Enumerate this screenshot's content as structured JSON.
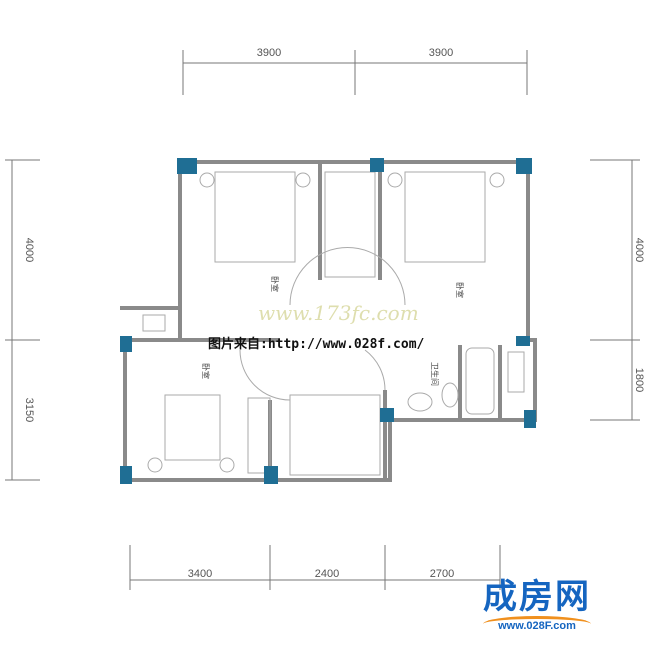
{
  "dimensions": {
    "top": [
      "3900",
      "3900"
    ],
    "left": [
      "4000",
      "3150"
    ],
    "right": [
      "4000",
      "1800"
    ],
    "bottom": [
      "3400",
      "2400",
      "2700"
    ]
  },
  "rooms": {
    "bedroom_top_left": "卧室",
    "bedroom_top_right": "卧室",
    "bedroom_left": "卧室",
    "bathroom": "卫生间"
  },
  "watermarks": {
    "site": "www.173fc.com",
    "source": "图片来自:http://www.028f.com/"
  },
  "logo": {
    "name": "成房网",
    "url": "www.028F.com"
  },
  "colors": {
    "column": "#1f6e94",
    "wall": "#8a8a8a",
    "logo": "#1565c0",
    "logo_arc": "#f0901e"
  }
}
